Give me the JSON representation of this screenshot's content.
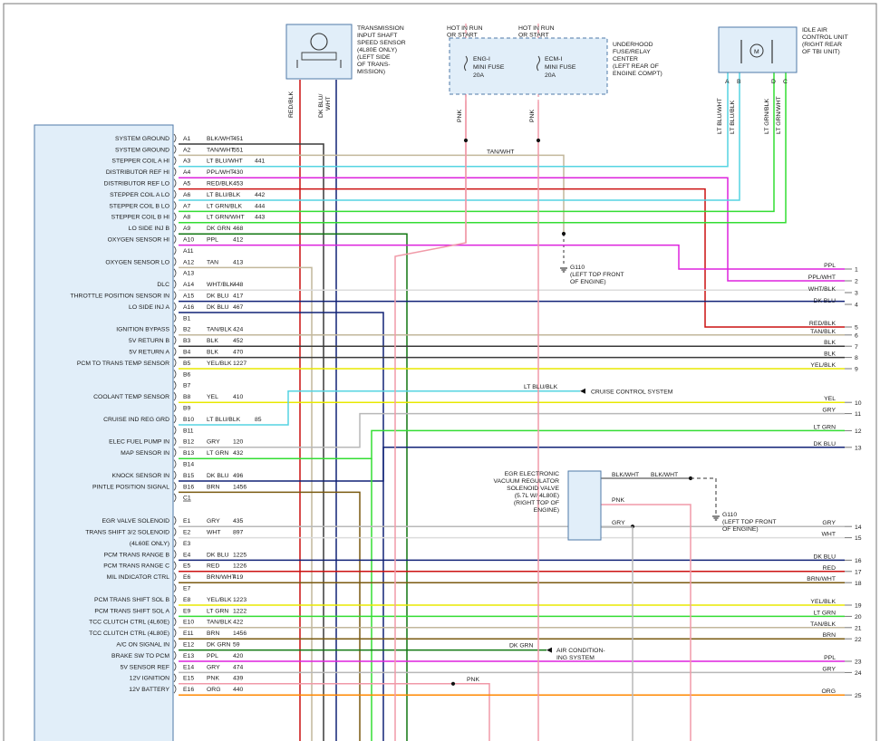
{
  "colors": {
    "BLK": "#3a3a3a",
    "TAN": "#c2b79b",
    "LTBLU": "#55d4e2",
    "PPL": "#dd22dd",
    "RED": "#cc1111",
    "LTGRN": "#33dd33",
    "DKGRN": "#117711",
    "DKBLU": "#112277",
    "YEL": "#e8e800",
    "GRY": "#b8b8b8",
    "WHT": "#dcdcdc",
    "BRN": "#7a5a10",
    "PNK": "#f09aa8",
    "ORG": "#ff8800"
  },
  "pcm_pins": [
    {
      "pin": "A1",
      "func": "SYSTEM GROUND",
      "wire": "BLK/WHT",
      "circuit": "451"
    },
    {
      "pin": "A2",
      "func": "SYSTEM GROUND",
      "wire": "TAN/WHT",
      "circuit": "551"
    },
    {
      "pin": "A3",
      "func": "STEPPER COIL A HI",
      "wire": "LT BLU/WHT",
      "circuit": "441"
    },
    {
      "pin": "A4",
      "func": "DISTRIBUTOR REF HI",
      "wire": "PPL/WHT",
      "circuit": "430"
    },
    {
      "pin": "A5",
      "func": "DISTRIBUTOR REF LO",
      "wire": "RED/BLK",
      "circuit": "453"
    },
    {
      "pin": "A6",
      "func": "STEPPER COIL A LO",
      "wire": "LT BLU/BLK",
      "circuit": "442"
    },
    {
      "pin": "A7",
      "func": "STEPPER COIL B LO",
      "wire": "LT GRN/BLK",
      "circuit": "444"
    },
    {
      "pin": "A8",
      "func": "STEPPER COIL B HI",
      "wire": "LT GRN/WHT",
      "circuit": "443"
    },
    {
      "pin": "A9",
      "func": "LO SIDE INJ B",
      "wire": "DK GRN",
      "circuit": "468"
    },
    {
      "pin": "A10",
      "func": "OXYGEN SENSOR HI",
      "wire": "PPL",
      "circuit": "412"
    },
    {
      "pin": "A11",
      "func": "",
      "wire": "",
      "circuit": ""
    },
    {
      "pin": "A12",
      "func": "OXYGEN SENSOR LO",
      "wire": "TAN",
      "circuit": "413"
    },
    {
      "pin": "A13",
      "func": "",
      "wire": "",
      "circuit": ""
    },
    {
      "pin": "A14",
      "func": "DLC",
      "wire": "WHT/BLK",
      "circuit": "448"
    },
    {
      "pin": "A15",
      "func": "THROTTLE POSITION SENSOR IN",
      "wire": "DK BLU",
      "circuit": "417"
    },
    {
      "pin": "A16",
      "func": "LO SIDE INJ A",
      "wire": "DK BLU",
      "circuit": "467"
    },
    {
      "pin": "B1",
      "func": "",
      "wire": "",
      "circuit": ""
    },
    {
      "pin": "B2",
      "func": "IGNITION BYPASS",
      "wire": "TAN/BLK",
      "circuit": "424"
    },
    {
      "pin": "B3",
      "func": "5V RETURN B",
      "wire": "BLK",
      "circuit": "452"
    },
    {
      "pin": "B4",
      "func": "5V RETURN A",
      "wire": "BLK",
      "circuit": "470"
    },
    {
      "pin": "B5",
      "func": "PCM TO TRANS TEMP SENSOR",
      "wire": "YEL/BLK",
      "circuit": "1227"
    },
    {
      "pin": "B6",
      "func": "",
      "wire": "",
      "circuit": ""
    },
    {
      "pin": "B7",
      "func": "",
      "wire": "",
      "circuit": ""
    },
    {
      "pin": "B8",
      "func": "COOLANT TEMP SENSOR",
      "wire": "YEL",
      "circuit": "410"
    },
    {
      "pin": "B9",
      "func": "",
      "wire": "",
      "circuit": ""
    },
    {
      "pin": "B10",
      "func": "CRUISE IND REG GRD",
      "wire": "LT BLU/BLK",
      "circuit": "85"
    },
    {
      "pin": "B11",
      "func": "",
      "wire": "",
      "circuit": ""
    },
    {
      "pin": "B12",
      "func": "ELEC FUEL PUMP IN",
      "wire": "GRY",
      "circuit": "120"
    },
    {
      "pin": "B13",
      "func": "MAP SENSOR IN",
      "wire": "LT GRN",
      "circuit": "432"
    },
    {
      "pin": "B14",
      "func": "",
      "wire": "",
      "circuit": ""
    },
    {
      "pin": "B15",
      "func": "KNOCK SENSOR IN",
      "wire": "DK BLU",
      "circuit": "496"
    },
    {
      "pin": "B16",
      "func": "PINTLE POSITION SIGNAL",
      "wire": "BRN",
      "circuit": "1456"
    },
    {
      "pin": "C1",
      "func": "",
      "wire": "",
      "circuit": ""
    },
    {
      "pin": "E1",
      "func": "EGR VALVE SOLENOID",
      "wire": "GRY",
      "circuit": "435"
    },
    {
      "pin": "E2",
      "func": "TRANS SHIFT 3/2 SOLENOID",
      "wire": "WHT",
      "circuit": "897"
    },
    {
      "pin": "E3",
      "func": "(4L60E ONLY)",
      "wire": "",
      "circuit": ""
    },
    {
      "pin": "E4",
      "func": "PCM TRANS RANGE B",
      "wire": "DK BLU",
      "circuit": "1225"
    },
    {
      "pin": "E5",
      "func": "PCM TRANS RANGE C",
      "wire": "RED",
      "circuit": "1226"
    },
    {
      "pin": "E6",
      "func": "MIL INDICATOR CTRL",
      "wire": "BRN/WHT",
      "circuit": "419"
    },
    {
      "pin": "E7",
      "func": "",
      "wire": "",
      "circuit": ""
    },
    {
      "pin": "E8",
      "func": "PCM TRANS SHIFT SOL B",
      "wire": "YEL/BLK",
      "circuit": "1223"
    },
    {
      "pin": "E9",
      "func": "PCM TRANS SHIFT SOL A",
      "wire": "LT GRN",
      "circuit": "1222"
    },
    {
      "pin": "E10",
      "func": "TCC CLUTCH CTRL    (4L60E)",
      "wire": "TAN/BLK",
      "circuit": "422"
    },
    {
      "pin": "E11",
      "func": "TCC CLUTCH CTRL    (4L80E)",
      "wire": "BRN",
      "circuit": "1456"
    },
    {
      "pin": "E12",
      "func": "A/C ON SIGNAL IN",
      "wire": "DK GRN",
      "circuit": "59"
    },
    {
      "pin": "E13",
      "func": "BRAKE SW TO PCM",
      "wire": "PPL",
      "circuit": "420"
    },
    {
      "pin": "E14",
      "func": "5V SENSOR REF",
      "wire": "GRY",
      "circuit": "474"
    },
    {
      "pin": "E15",
      "func": "12V IGNITION",
      "wire": "PNK",
      "circuit": "439"
    },
    {
      "pin": "E16",
      "func": "12V BATTERY",
      "wire": "ORG",
      "circuit": "440"
    }
  ],
  "right_wires": [
    {
      "num": "1",
      "label": "PPL"
    },
    {
      "num": "2",
      "label": "PPL/WHT"
    },
    {
      "num": "3",
      "label": "WHT/BLK"
    },
    {
      "num": "4",
      "label": "DK BLU"
    },
    {
      "num": "5",
      "label": "RED/BLK"
    },
    {
      "num": "6",
      "label": "TAN/BLK"
    },
    {
      "num": "7",
      "label": "BLK"
    },
    {
      "num": "8",
      "label": "BLK"
    },
    {
      "num": "9",
      "label": "YEL/BLK"
    },
    {
      "num": "10",
      "label": "YEL"
    },
    {
      "num": "11",
      "label": "GRY"
    },
    {
      "num": "12",
      "label": "LT GRN"
    },
    {
      "num": "13",
      "label": "DK BLU"
    },
    {
      "num": "14",
      "label": "GRY"
    },
    {
      "num": "15",
      "label": "WHT"
    },
    {
      "num": "16",
      "label": "DK BLU"
    },
    {
      "num": "17",
      "label": "RED"
    },
    {
      "num": "18",
      "label": "BRN/WHT"
    },
    {
      "num": "19",
      "label": "YEL/BLK"
    },
    {
      "num": "20",
      "label": "LT GRN"
    },
    {
      "num": "21",
      "label": "TAN/BLK"
    },
    {
      "num": "22",
      "label": "BRN"
    },
    {
      "num": "23",
      "label": "PPL"
    },
    {
      "num": "24",
      "label": "GRY"
    },
    {
      "num": "25",
      "label": "ORG"
    }
  ],
  "components": {
    "trans_sensor": [
      "TRANSMISSION",
      "INPUT SHAFT",
      "SPEED SENSOR",
      "(4L80E ONLY)",
      "(LEFT SIDE",
      "OF TRANS-",
      "MISSION)"
    ],
    "trans_wires": [
      "RED/BLK",
      "DK BLU/",
      "WHT"
    ],
    "hot1": [
      "HOT IN RUN",
      "OR START"
    ],
    "hot2": [
      "HOT IN RUN",
      "OR START"
    ],
    "fuse1": [
      "ENG-I",
      "MINI FUSE",
      "20A"
    ],
    "fuse2": [
      "ECM-I",
      "MINI FUSE",
      "20A"
    ],
    "fuse_center": [
      "UNDERHOOD",
      "FUSE/RELAY",
      "CENTER",
      "(LEFT REAR OF",
      "ENGINE COMPT)"
    ],
    "iac": [
      "IDLE AIR",
      "CONTROL UNIT",
      "(RIGHT REAR",
      "OF TBI UNIT)"
    ],
    "iac_pins": [
      "A",
      "B",
      "D",
      "C"
    ],
    "iac_motor": "M",
    "iac_wires": [
      "LT BLU/WHT",
      "LT BLU/BLK",
      "LT GRN/BLK",
      "LT GRN/WHT"
    ],
    "pnk1": "PNK",
    "pnk2": "PNK",
    "tanwht": "TAN/WHT",
    "g110a": [
      "G110",
      "(LEFT TOP FRONT",
      "OF ENGINE)"
    ],
    "cruise_wire": "LT BLU/BLK",
    "cruise_sys": "CRUISE CONTROL SYSTEM",
    "egr": [
      "EGR ELECTRONIC",
      "VACUUM REGULATOR",
      "SOLENOID VALVE",
      "(5.7L W/ 4L80E)",
      "(RIGHT TOP OF",
      "ENGINE)"
    ],
    "egr_wires": [
      "BLK/WHT",
      "BLK/WHT",
      "PNK",
      "GRY"
    ],
    "g110b": [
      "G110",
      "(LEFT TOP FRONT",
      "OF ENGINE)"
    ],
    "ac_wire": "DK GRN",
    "ac_sys": [
      "AIR CONDITION-",
      "ING SYSTEM"
    ],
    "pnk3": "PNK"
  }
}
